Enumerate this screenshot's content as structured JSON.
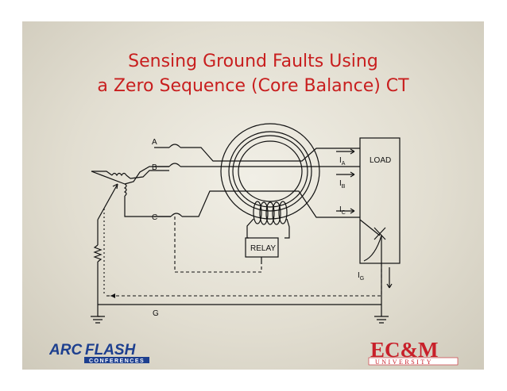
{
  "title": {
    "line1": "Sensing Ground Faults Using",
    "line2": "a Zero Sequence (Core Balance) CT"
  },
  "diagram": {
    "phase_a": "A",
    "phase_b": "B",
    "phase_c": "C",
    "load": "LOAD",
    "relay": "RELAY",
    "ground": "G",
    "current_a": "I",
    "current_a_sub": "A",
    "current_b": "I",
    "current_b_sub": "B",
    "current_c": "I",
    "current_c_sub": "C",
    "current_g": "I",
    "current_g_sub": "G"
  },
  "logos": {
    "left_main_a": "ARC",
    "left_main_b": "FLASH",
    "left_sub": "CONFERENCES",
    "right_main": "EC&M",
    "right_sub": "UNIVERSITY"
  },
  "colors": {
    "title": "#c81e1e",
    "logo_blue": "#1d3f8f",
    "logo_red": "#c8202a"
  }
}
